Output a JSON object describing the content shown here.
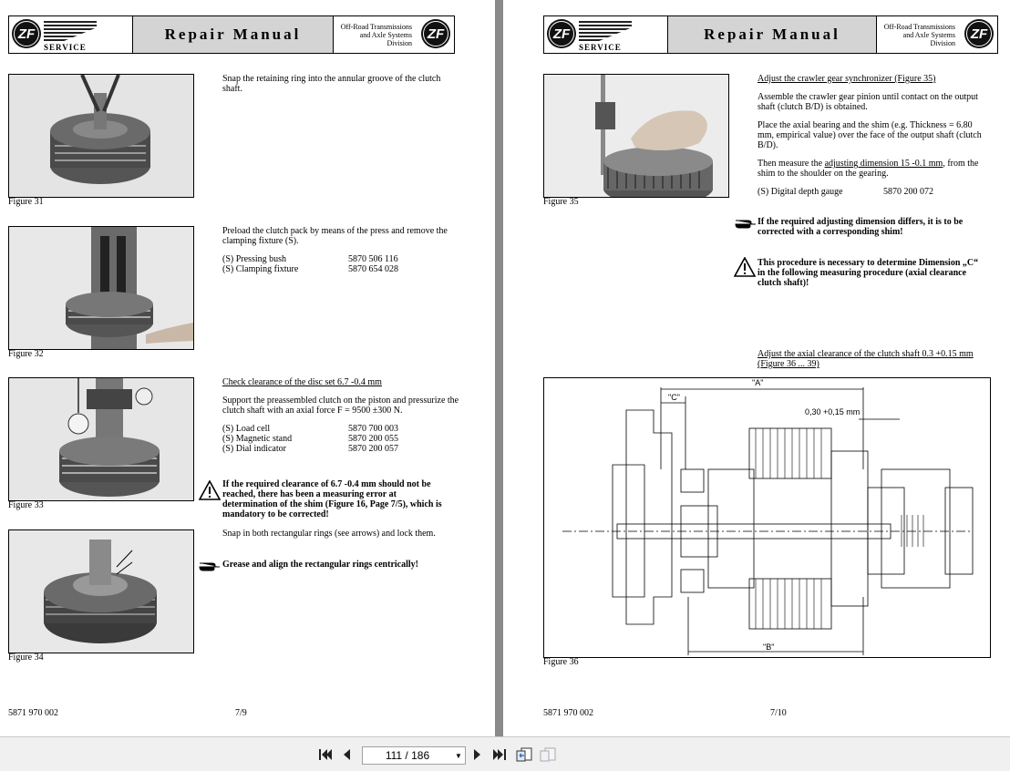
{
  "header": {
    "title": "Repair Manual",
    "service": "SERVICE",
    "division": [
      "Off-Road Transmissions",
      "and Axle Systems",
      "Division"
    ],
    "logo_text": "ZF"
  },
  "left_page": {
    "figures": [
      "Figure 31",
      "Figure 32",
      "Figure 33",
      "Figure 34"
    ],
    "step1": "Snap the retaining ring into the annular groove of the clutch shaft.",
    "step2": "Preload the clutch pack by means of the press and remove the clamping fixture (S).",
    "tools2": [
      {
        "name": "(S) Pressing bush",
        "num": "5870 506 116"
      },
      {
        "name": "(S) Clamping fixture",
        "num": "5870 654 028"
      }
    ],
    "step3_heading": "Check clearance of the disc set 6.7 -0.4 mm",
    "step3": "Support the preassembled clutch on the piston and pressurize the clutch shaft with an axial force F = 9500 ±300 N.",
    "tools3": [
      {
        "name": "(S) Load cell",
        "num": "5870 700 003"
      },
      {
        "name": "(S) Magnetic stand",
        "num": "5870 200 055"
      },
      {
        "name": "(S) Dial indicator",
        "num": "5870 200 057"
      }
    ],
    "warning": "If the required clearance of 6.7 -0.4 mm should not be reached, there has been a measuring error at determination of the shim (Figure 16, Page 7/5), which is mandatory to be corrected!",
    "step4": "Snap in both rectangular rings (see arrows) and lock them.",
    "note": "Grease and align the rectangular rings centrically!",
    "footer_doc": "5871 970 002",
    "footer_page": "7/9"
  },
  "right_page": {
    "figures": [
      "Figure 35",
      "Figure 36"
    ],
    "heading1": "Adjust the crawler gear synchronizer (Figure 35)",
    "para1": "Assemble the crawler gear pinion until contact on the output shaft (clutch B/D) is obtained.",
    "para2": "Place the axial bearing and the shim (e.g.  Thickness = 6.80 mm, empirical value) over the face of the output shaft (clutch B/D).",
    "para3_a": "Then measure the ",
    "para3_u": "adjusting dimension 15 -0.1 mm",
    "para3_b": ", from the shim to the shoulder on the gearing.",
    "tool": {
      "name": "(S) Digital depth gauge",
      "num": "5870 200 072"
    },
    "note": "If the required adjusting dimension differs, it is to be corrected with a corresponding shim!",
    "warning": "This procedure is necessary to determine Dimension „C“ in the following measuring procedure (axial clearance clutch shaft)!",
    "heading2": "Adjust the axial clearance of the clutch shaft 0.3 +0.15 mm (Figure 36 ... 39)",
    "dim_a": "\"A\"",
    "dim_b": "\"B\"",
    "dim_c": "\"C\"",
    "dim_clear": "0,30 +0,15 mm",
    "footer_doc": "5871 970 002",
    "footer_page": "7/10"
  },
  "toolbar": {
    "page_indicator": "111 / 186",
    "first_icon": "first-page-icon",
    "prev_icon": "previous-page-icon",
    "next_icon": "next-page-icon",
    "last_icon": "last-page-icon"
  }
}
